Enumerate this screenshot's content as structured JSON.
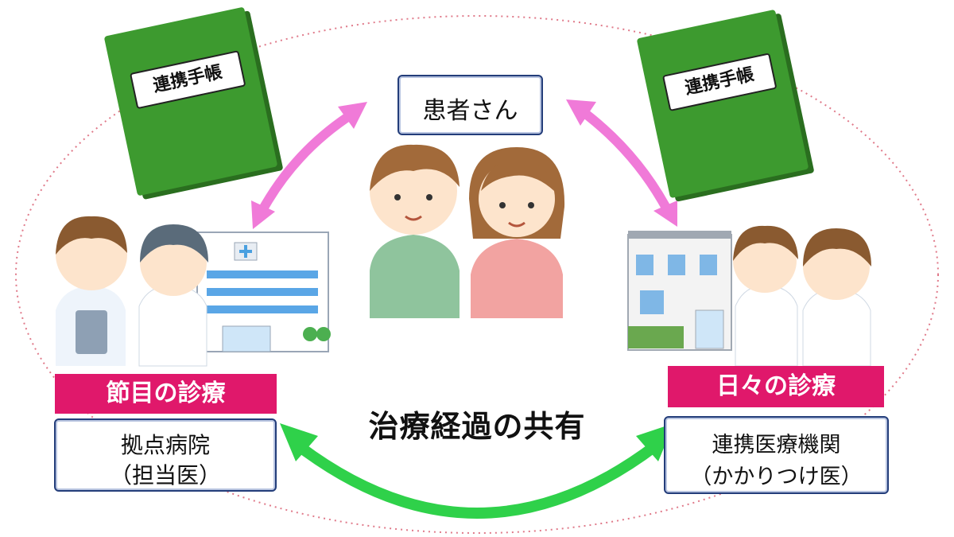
{
  "center": {
    "patient_label": "患者さん",
    "title": "治療経過の共有"
  },
  "books": {
    "left_label": "連携手帳",
    "right_label": "連携手帳"
  },
  "left": {
    "tag": "節目の診療",
    "box_line1": "拠点病院",
    "box_line2": "（担当医）"
  },
  "right": {
    "tag": "日々の診療",
    "box_line1": "連携医療機関",
    "box_line2": "（かかりつけ医）"
  },
  "colors": {
    "pink_arrow": "#f07ad8",
    "green_arrow": "#2fd14a",
    "tag_bg": "#e0186b",
    "book_green": "#3d9a2f",
    "ellipse": "#e07a8a",
    "box_border": "#233d7a"
  }
}
